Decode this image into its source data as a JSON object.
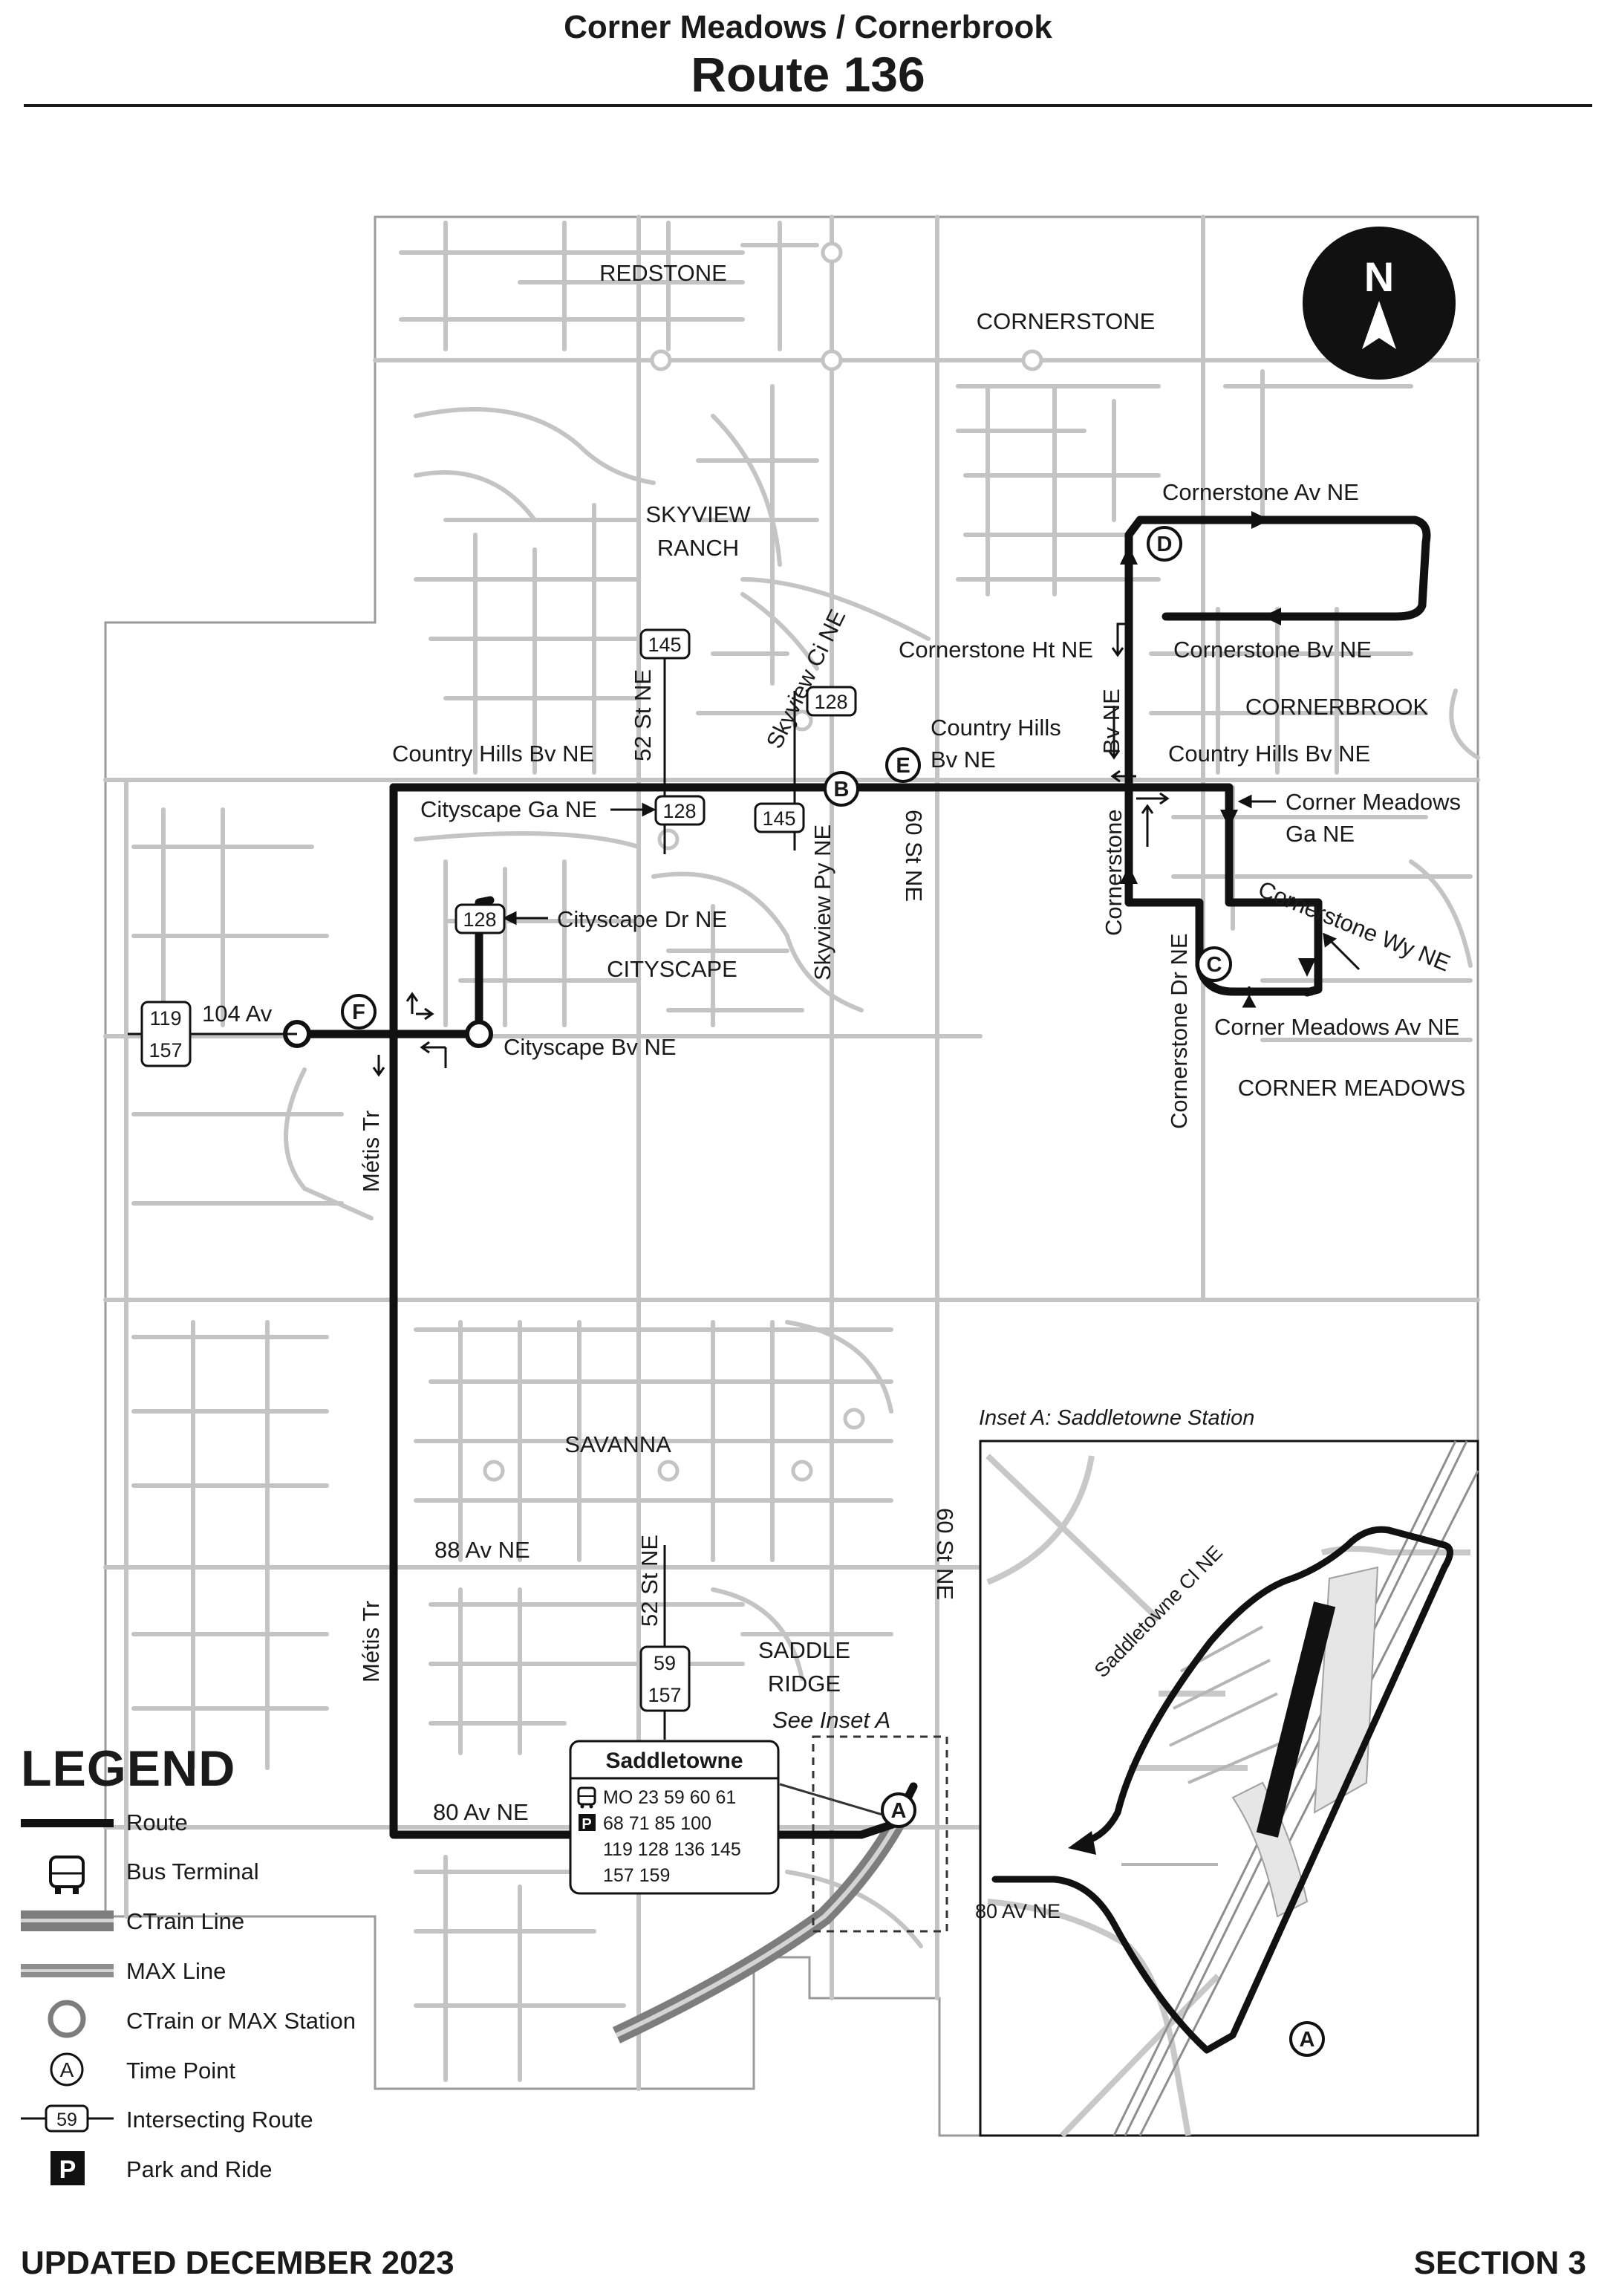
{
  "header": {
    "subtitle": "Corner Meadows / Cornerbrook",
    "title": "Route 136"
  },
  "footer": {
    "updated": "UPDATED DECEMBER 2023",
    "section": "SECTION 3"
  },
  "colors": {
    "route": "#111111",
    "street": "#b8b8b8",
    "ctrain": "#7d7d7d",
    "background": "#ffffff"
  },
  "icons": {
    "north_arrow": "north-arrow-icon",
    "bus_terminal": "bus-terminal-icon",
    "park_and_ride": "park-and-ride-icon"
  },
  "map": {
    "north_label": "N",
    "communities": {
      "redstone": "REDSTONE",
      "cornerstone": "CORNERSTONE",
      "skyview_1": "SKYVIEW",
      "skyview_2": "RANCH",
      "cornerbrook": "CORNERBROOK",
      "cityscape": "CITYSCAPE",
      "corner_meadows": "CORNER MEADOWS",
      "savanna": "SAVANNA",
      "saddle_ridge_1": "SADDLE",
      "saddle_ridge_2": "RIDGE"
    },
    "streets": {
      "cornerstone_av": "Cornerstone Av NE",
      "cornerstone_ht": "Cornerstone Ht NE",
      "cornerstone_bv": "Cornerstone Bv NE",
      "country_hills_west": "Country Hills Bv NE",
      "country_hills_mid_1": "Country Hills",
      "country_hills_mid_2": "Bv NE",
      "country_hills_east": "Country Hills Bv NE",
      "st52_north": "52 St NE",
      "skyview_ci": "Skyview Ci NE",
      "skyview_py": "Skyview Py NE",
      "st60_north": "60 St NE",
      "cornerstone_bv_vert_1": "Cornerstone",
      "cornerstone_bv_vert_2": "Bv NE",
      "cityscape_ga": "Cityscape Ga NE",
      "cityscape_dr": "Cityscape Dr NE",
      "cityscape_bv": "Cityscape Bv NE",
      "corner_meadows_ga_1": "Corner Meadows",
      "corner_meadows_ga_2": "Ga NE",
      "cornerstone_wy": "Cornerstone Wy NE",
      "cornerstone_dr": "Cornerstone Dr NE",
      "corner_meadows_av": "Corner Meadows Av NE",
      "av104": "104 Av",
      "metis_north": "Métis Tr",
      "metis_south": "Métis Tr",
      "av88": "88 Av NE",
      "st52_south": "52 St NE",
      "st60_south": "60 St NE",
      "av80": "80 Av NE",
      "see_inset": "See Inset A"
    },
    "timepoints": [
      "A",
      "B",
      "C",
      "D",
      "E",
      "F"
    ],
    "intersecting_routes": {
      "r145_north": "145",
      "r128_skyview": "128",
      "r128_cityscape_ga": "128",
      "r145_skyview_py": "145",
      "r128_cityscape_dr": "128",
      "r119": "119",
      "r157_west": "157",
      "r59": "59",
      "r157_south": "157"
    },
    "terminal": {
      "name": "Saddletowne",
      "bus_routes": "MO  23  59  60  61",
      "pnr_routes": "68  71  85  100",
      "routes_line3": "119  128  136 145",
      "routes_line4": "157  159"
    },
    "inset": {
      "title": "Inset A: Saddletowne Station",
      "street_ci": "Saddletowne Cl NE",
      "street_80av": "80 AV NE",
      "timepoint": "A"
    }
  },
  "legend": {
    "title": "LEGEND",
    "items": [
      {
        "icon": "route-line",
        "label": "Route"
      },
      {
        "icon": "bus-terminal-icon",
        "label": "Bus Terminal"
      },
      {
        "icon": "ctrain-line",
        "label": "CTrain Line"
      },
      {
        "icon": "max-line",
        "label": "MAX Line"
      },
      {
        "icon": "station-circle-icon",
        "label": "CTrain or MAX Station"
      },
      {
        "icon": "timepoint-icon",
        "label": "Time Point",
        "sample": "A"
      },
      {
        "icon": "intersecting-route-icon",
        "label": "Intersecting Route",
        "sample": "59"
      },
      {
        "icon": "park-and-ride-icon",
        "label": "Park and Ride",
        "sample": "P"
      }
    ]
  }
}
